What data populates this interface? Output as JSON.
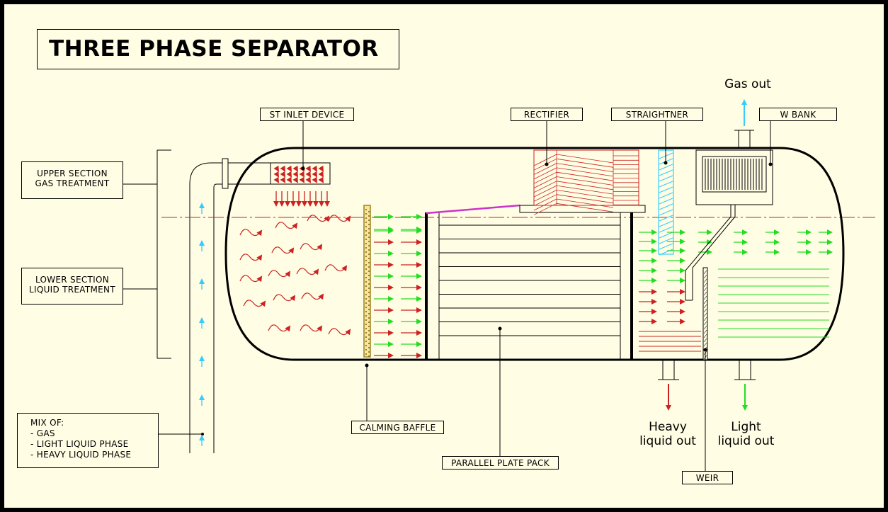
{
  "title": "THREE PHASE SEPARATOR",
  "labels": {
    "upper_line1": "UPPER SECTION",
    "upper_line2": "GAS TREATMENT",
    "lower_line1": "LOWER SECTION",
    "lower_line2": "LIQUID TREATMENT",
    "mix_title": "MIX OF:",
    "mix_1": "- GAS",
    "mix_2": "- LIGHT LIQUID PHASE",
    "mix_3": "- HEAVY LIQUID PHASE",
    "inlet_device": "ST INLET DEVICE",
    "rectifier": "RECTIFIER",
    "straightner": "STRAIGHTNER",
    "w_bank": "W BANK",
    "calming_baffle": "CALMING BAFFLE",
    "parallel_plate_pack": "PARALLEL PLATE PACK",
    "weir": "WEIR",
    "gas_out": "Gas out",
    "heavy_line1": "Heavy",
    "heavy_line2": "liquid out",
    "light_line1": "Light",
    "light_line2": "liquid out"
  },
  "colors": {
    "background": "#fffde3",
    "gas": "#33ccff",
    "light_liquid": "#22dd22",
    "heavy_liquid": "#cc2222",
    "vessel": "#000000",
    "center_line": "#cc2222",
    "mist_plate": "#cc33cc"
  }
}
